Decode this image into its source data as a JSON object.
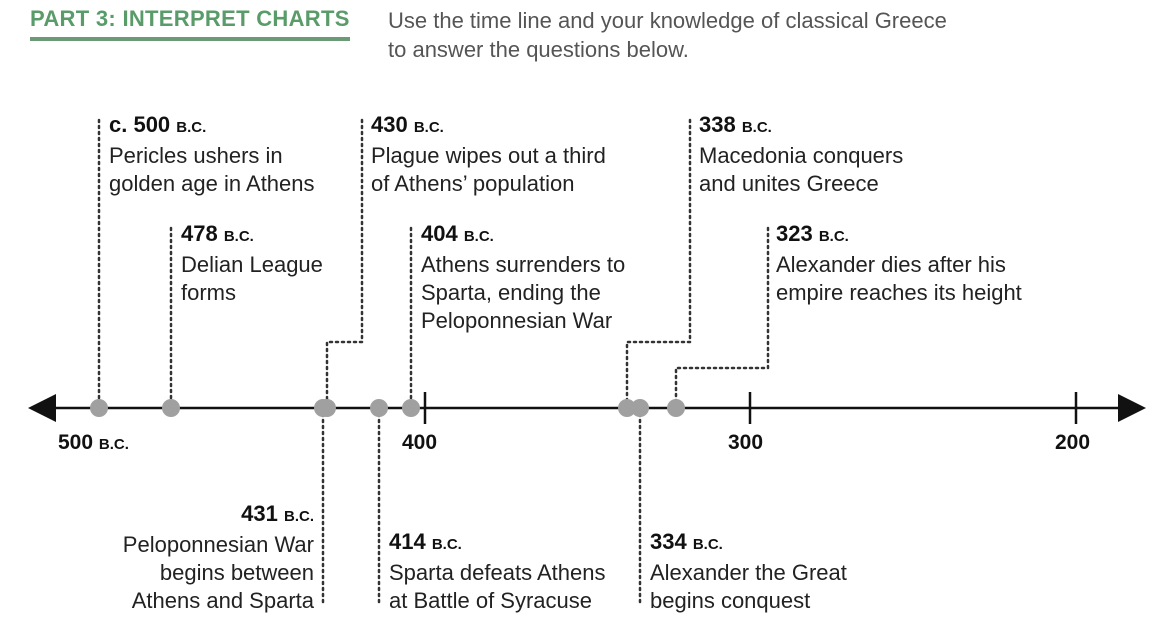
{
  "header": {
    "title": "PART 3: INTERPRET CHARTS",
    "instructions": "Use the time line and your knowledge of classical Greece to answer the questions below."
  },
  "colors": {
    "header_green": "#5a9b6a",
    "dot_gray": "#a0a0a0",
    "line_black": "#111111"
  },
  "axis": {
    "ticks": [
      {
        "year": 500,
        "label": "500",
        "era": "B.C."
      },
      {
        "year": 400,
        "label": "400",
        "era": ""
      },
      {
        "year": 300,
        "label": "300",
        "era": ""
      },
      {
        "year": 200,
        "label": "200",
        "era": ""
      }
    ]
  },
  "events": {
    "e500": {
      "year": 500,
      "date": "c. 500",
      "era": "B.C.",
      "text": [
        "Pericles ushers in",
        "golden age in Athens"
      ]
    },
    "e478": {
      "year": 478,
      "date": "478",
      "era": "B.C.",
      "text": [
        "Delian League",
        "forms"
      ]
    },
    "e431": {
      "year": 431,
      "date": "431",
      "era": "B.C.",
      "text": [
        "Peloponnesian War",
        "begins between",
        "Athens and Sparta"
      ]
    },
    "e430": {
      "year": 430,
      "date": "430",
      "era": "B.C.",
      "text": [
        "Plague wipes out a third",
        "of Athens’ population"
      ]
    },
    "e414": {
      "year": 414,
      "date": "414",
      "era": "B.C.",
      "text": [
        "Sparta defeats Athens",
        "at Battle of Syracuse"
      ]
    },
    "e404": {
      "year": 404,
      "date": "404",
      "era": "B.C.",
      "text": [
        "Athens surrenders to",
        "Sparta, ending the",
        "Peloponnesian War"
      ]
    },
    "e338": {
      "year": 338,
      "date": "338",
      "era": "B.C.",
      "text": [
        "Macedonia conquers",
        "and unites Greece"
      ]
    },
    "e334": {
      "year": 334,
      "date": "334",
      "era": "B.C.",
      "text": [
        "Alexander the Great",
        "begins conquest"
      ]
    },
    "e323": {
      "year": 323,
      "date": "323",
      "era": "B.C.",
      "text": [
        "Alexander dies after his",
        "empire reaches its height"
      ]
    }
  }
}
